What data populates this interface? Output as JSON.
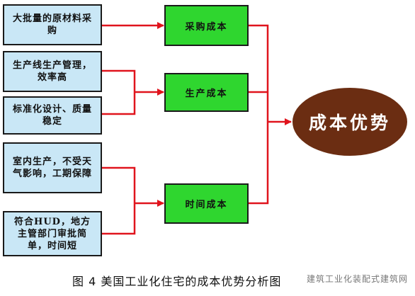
{
  "inputs": [
    {
      "id": "bulk-material",
      "text": "大批量的原材料采购"
    },
    {
      "id": "line-production",
      "text": "生产线生产管理，效率高"
    },
    {
      "id": "standard-design",
      "text": "标准化设计、质量稳定"
    },
    {
      "id": "indoor-production",
      "text": "室内生产，不受天气影响，工期保障"
    },
    {
      "id": "hud-compliance",
      "text": "符合HUD，地方主管部门审批简单，时间短"
    }
  ],
  "costs": [
    {
      "id": "procurement",
      "text": "采购成本"
    },
    {
      "id": "production",
      "text": "生产成本"
    },
    {
      "id": "time",
      "text": "时间成本"
    }
  ],
  "result": "成本优势",
  "caption": "图 4  美国工业化住宅的成本优势分析图",
  "watermark": "建筑工业化装配式建筑网",
  "colors": {
    "input_fill": "#c9e7f6",
    "cost_fill": "#2fd62f",
    "result_fill": "#6b2d12",
    "connector": "#e0141d"
  }
}
